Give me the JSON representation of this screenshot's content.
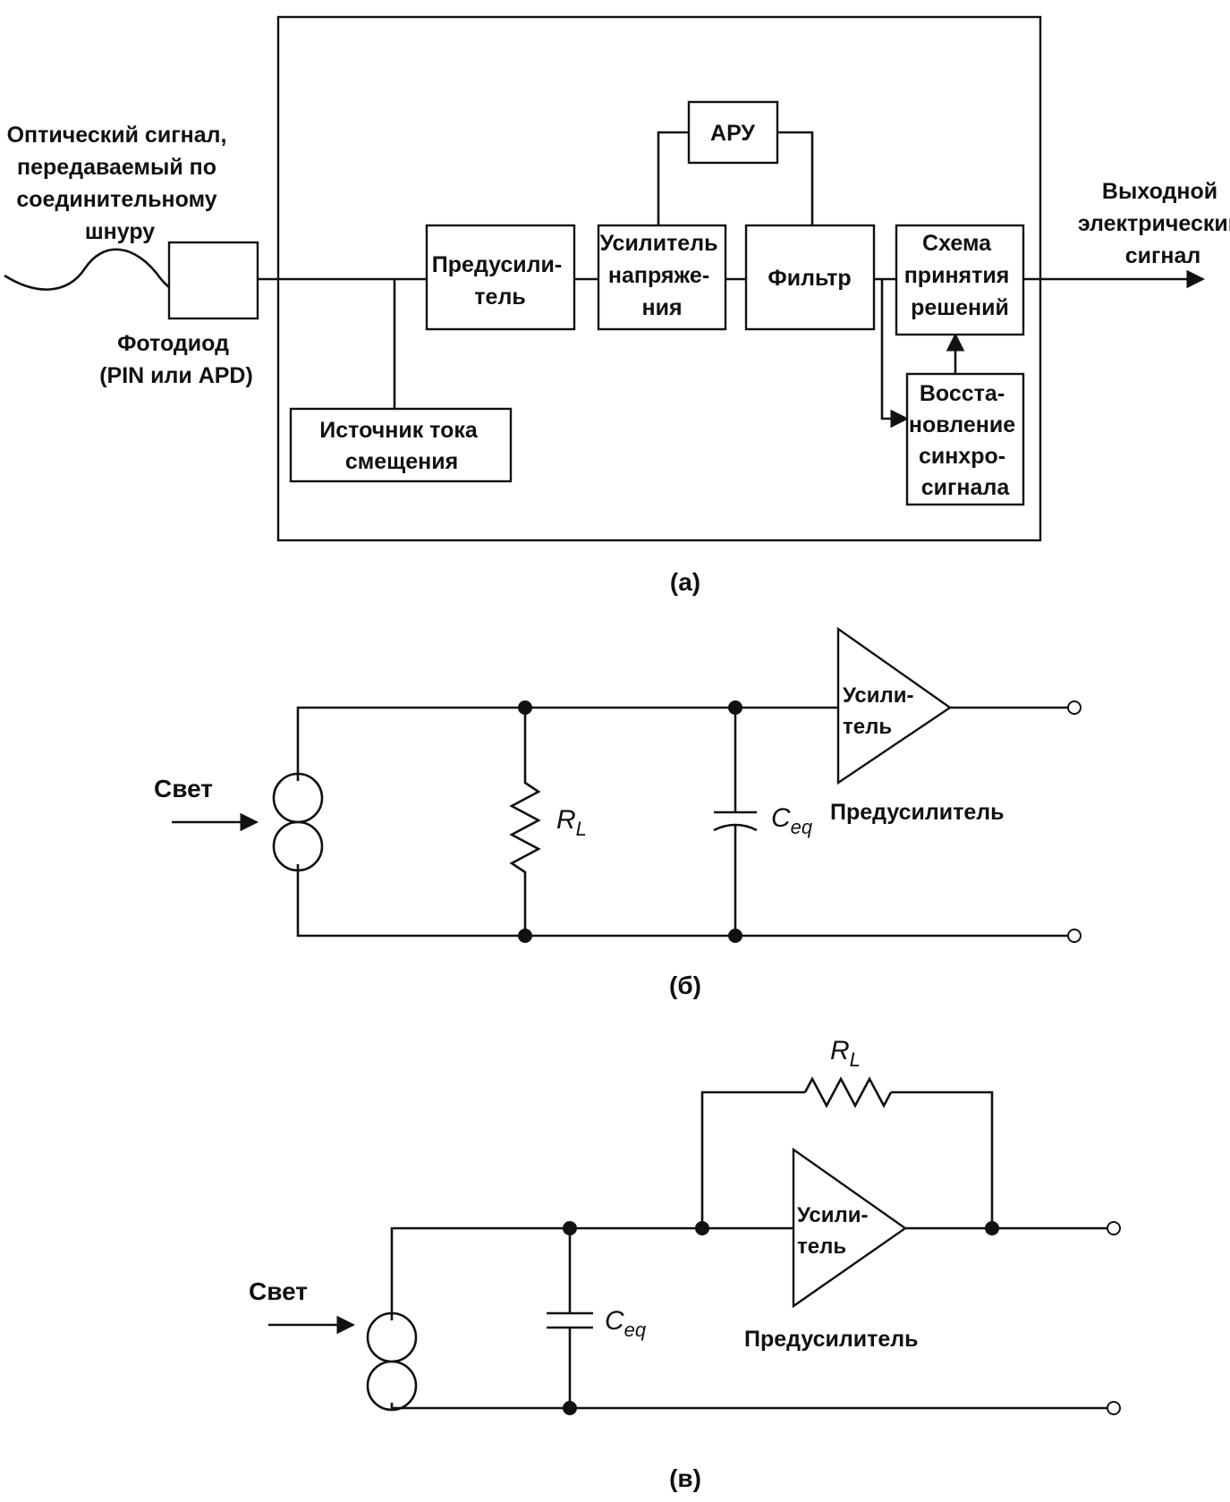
{
  "diagram_a": {
    "optical_signal": [
      "Оптический сигнал,",
      "передаваемый по",
      "соединительному",
      "шнуру"
    ],
    "photodiode": [
      "Фотодиод",
      "(PIN или APD)"
    ],
    "preamp": [
      "Предусили-",
      "тель"
    ],
    "voltage_amp": [
      "Усилитель",
      "напряже-",
      "ния"
    ],
    "agc": "АРУ",
    "filter": "Фильтр",
    "decision": [
      "Схема",
      "принятия",
      "решений"
    ],
    "bias_source": [
      "Источник тока",
      "смещения"
    ],
    "clock_recovery": [
      "Восста-",
      "новление",
      "синхро-",
      "сигнала"
    ],
    "output": [
      "Выходной",
      "электрический",
      "сигнал"
    ],
    "caption": "(а)"
  },
  "diagram_b": {
    "light": "Свет",
    "resistor": "R",
    "resistor_sub": "L",
    "capacitor": "C",
    "capacitor_sub": "eq",
    "amp": [
      "Усили-",
      "тель"
    ],
    "preamp_label": "Предусилитель",
    "caption": "(б)"
  },
  "diagram_c": {
    "light": "Свет",
    "resistor": "R",
    "resistor_sub": "L",
    "capacitor": "C",
    "capacitor_sub": "eq",
    "amp": [
      "Усили-",
      "тель"
    ],
    "preamp_label": "Предусилитель",
    "caption": "(в)"
  }
}
